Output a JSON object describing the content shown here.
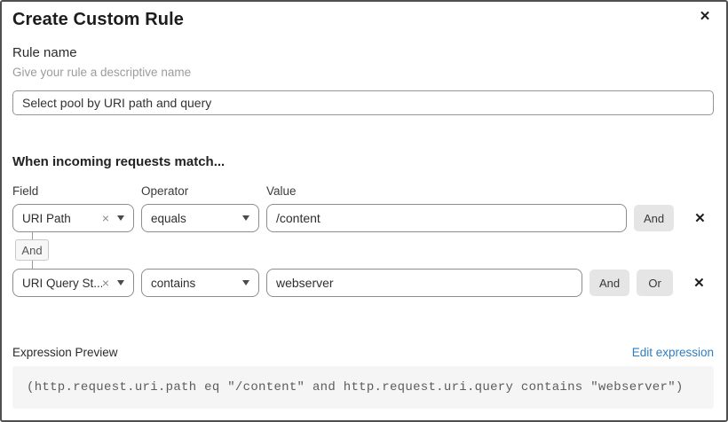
{
  "dialog": {
    "title": "Create Custom Rule"
  },
  "icons": {
    "close": "✕",
    "delete_row": "✕",
    "clear_select": "×"
  },
  "rule_name": {
    "label": "Rule name",
    "helper": "Give your rule a descriptive name",
    "value": "Select pool by URI path and query"
  },
  "matcher": {
    "heading": "When incoming requests match...",
    "columns": {
      "field": "Field",
      "operator": "Operator",
      "value": "Value"
    },
    "rows": [
      {
        "field": "URI Path",
        "operator": "equals",
        "value": "/content",
        "and_label": "And"
      },
      {
        "field": "URI Query St...",
        "operator": "contains",
        "value": "webserver",
        "and_label": "And",
        "or_label": "Or"
      }
    ],
    "joiner_label": "And"
  },
  "expression_preview": {
    "label": "Expression Preview",
    "edit_link": "Edit expression",
    "expression": "(http.request.uri.path eq \"/content\" and http.request.uri.query contains \"webserver\")"
  },
  "colors": {
    "link": "#2f7dbe",
    "button_bg": "#e5e5e5",
    "code_bg": "#f5f5f5",
    "control_border": "#8d8d8d"
  }
}
